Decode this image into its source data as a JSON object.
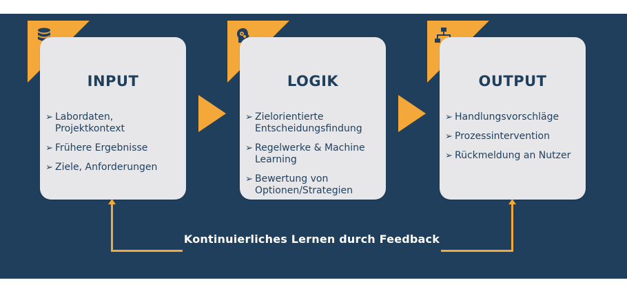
{
  "boxes": [
    {
      "title": "INPUT",
      "icon": "database-icon",
      "items": [
        "Labordaten, Projektkontext",
        "Frühere Ergebnisse",
        "Ziele, Anforderungen"
      ]
    },
    {
      "title": "LOGIK",
      "icon": "brain-gears-icon",
      "items": [
        "Zielorientierte Entscheidungsfindung",
        "Regelwerke & Machine Learning",
        "Bewertung von Optionen/Strategien"
      ]
    },
    {
      "title": "OUTPUT",
      "icon": "flowchart-icon",
      "items": [
        "Handlungsvorschläge",
        "Prozessintervention",
        "Rückmeldung an Nutzer"
      ]
    }
  ],
  "feedback": {
    "label": "Kontinuierliches Lernen durch Feedback"
  },
  "colors": {
    "background": "#1f3f5c",
    "accent": "#f4a83a",
    "card": "#e7e7ea",
    "text": "#1f3f5c"
  }
}
